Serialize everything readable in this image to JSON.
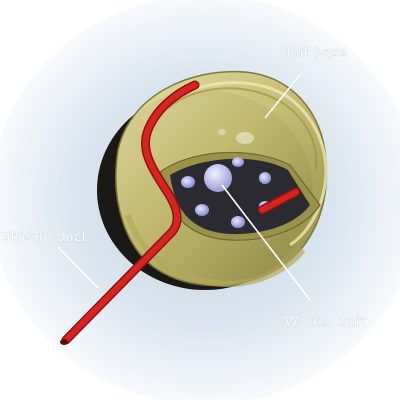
{
  "labels": {
    "unit_base": "Unit base",
    "stream_duct": "Stream duct",
    "worker_unit": "Worker unit"
  },
  "colors": {
    "background_glow": "#c9d7e6",
    "base_body": "#c9c27a",
    "base_shadow": "#8f8a45",
    "rear_ring": "#1c1b18",
    "duct": "#d82420",
    "worker_disc": "#2b2a31",
    "worker_holes": "#a9a8e8",
    "label_text": "#ffffff"
  }
}
